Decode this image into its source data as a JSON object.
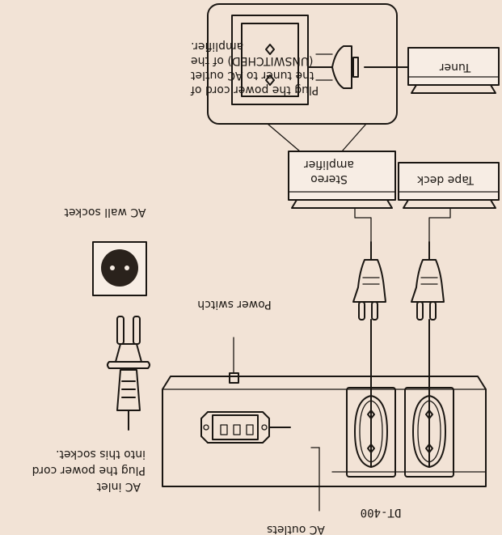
{
  "labels": {
    "ac_outlets": "AC outlets",
    "model": "DT-400",
    "ac_inlet": "AC inlet",
    "ac_inlet_note_1": "Plug the power cord",
    "ac_inlet_note_2": "into this socket.",
    "power_switch": "Power switch",
    "ac_wall_socket": "AC wall socket",
    "tape_deck": "Tape deck",
    "stereo_amp_1": "Stereo",
    "stereo_amp_2": "amplifier",
    "tuner": "Tuner",
    "tuner_note_1": "Plug the power cord of",
    "tuner_note_2": "the tuner to AC outlet",
    "tuner_note_3": "(UNSWITCHED) of the",
    "tuner_note_4": "amplifier."
  },
  "colors": {
    "paper": "#f2e3d6",
    "ink": "#1a1612",
    "socket_dark": "#2a221c"
  },
  "orientation": "rotated-180"
}
